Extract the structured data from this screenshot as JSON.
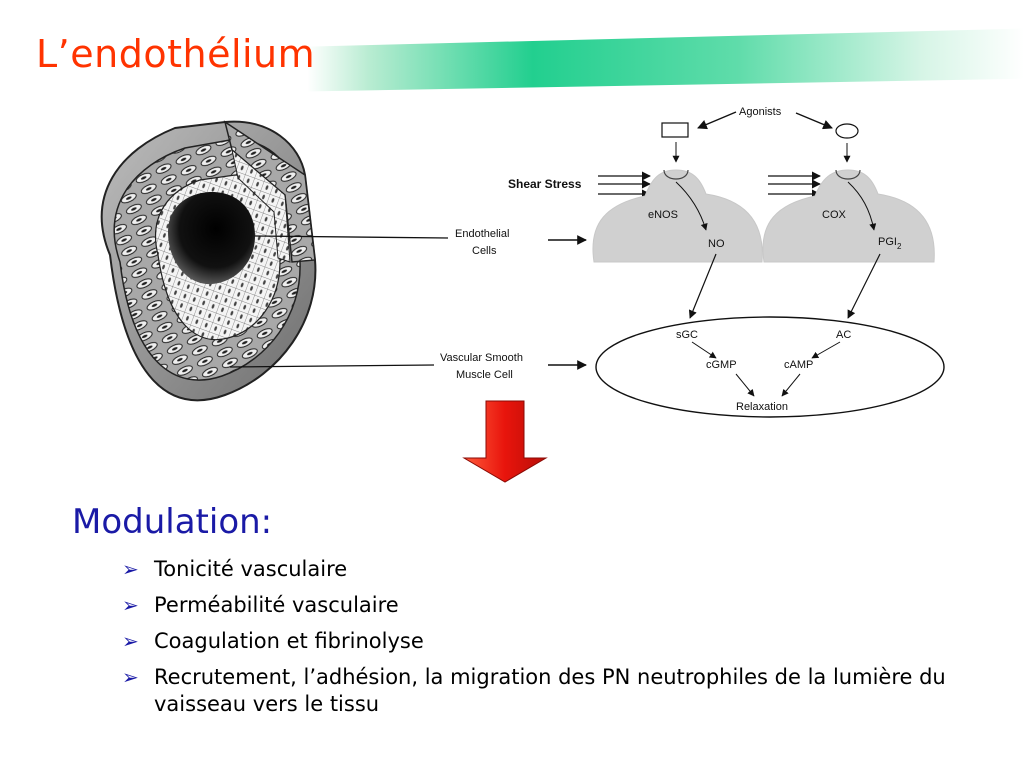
{
  "slide": {
    "title": "L’endothélium"
  },
  "figure": {
    "agonists": "Agonists",
    "shear_stress": "Shear Stress",
    "endothelial_cells": [
      "Endothelial",
      "Cells"
    ],
    "vsmc": [
      "Vascular Smooth",
      "Muscle Cell"
    ],
    "enos": "eNOS",
    "no": "NO",
    "cox": "COX",
    "pgi2": "PGI",
    "pgi2_sub": "2",
    "sgc": "sGC",
    "ac": "AC",
    "cgmp": "cGMP",
    "camp": "cAMP",
    "relaxation": "Relaxation"
  },
  "modulation": {
    "heading": "Modulation:",
    "items": [
      "Tonicité vasculaire",
      "Perméabilité vasculaire",
      "Coagulation et fibrinolyse",
      "Recrutement, l’adhésion, la migration des PN neutrophiles de la lumière du vaisseau vers le tissu"
    ]
  },
  "colors": {
    "title": "#ff3300",
    "heading": "#1a1aa6",
    "band": "#22cf8f",
    "cell_fill": "#d0d0d0",
    "arrow": "#e8140c"
  },
  "icons": {
    "bullet": "➢"
  }
}
